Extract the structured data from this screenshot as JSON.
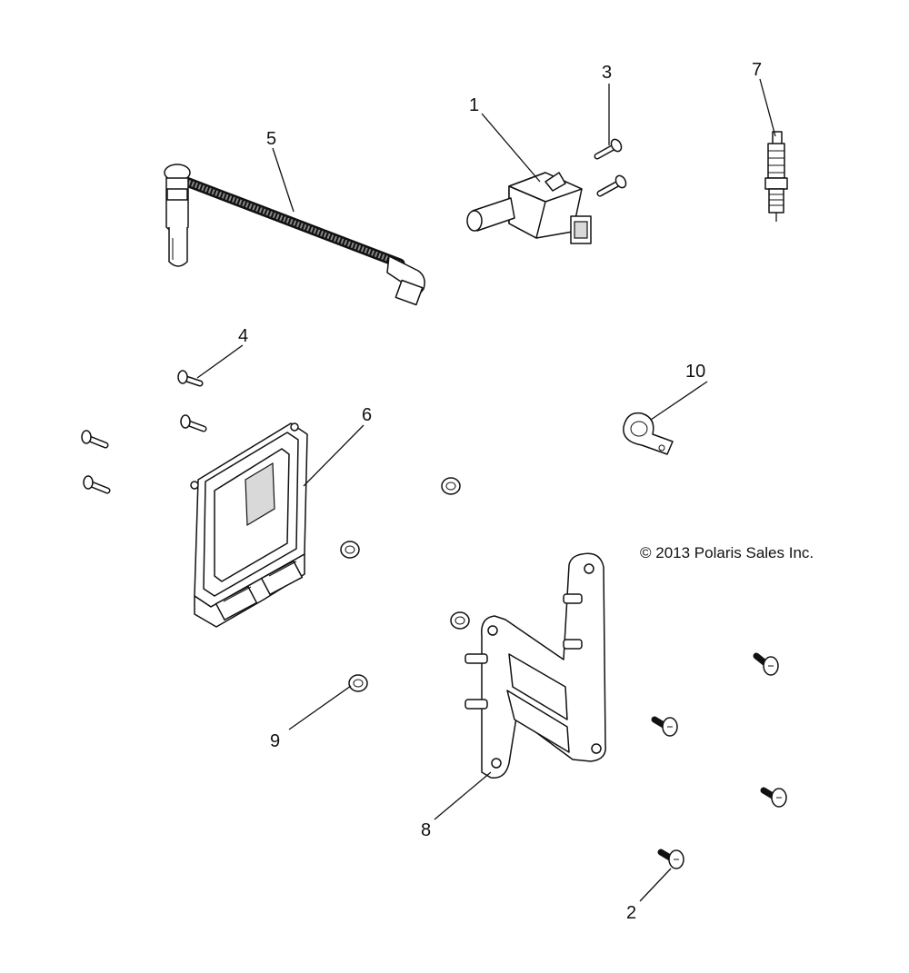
{
  "callouts": {
    "c1": "1",
    "c2": "2",
    "c3": "3",
    "c4": "4",
    "c5": "5",
    "c6": "6",
    "c7": "7",
    "c8": "8",
    "c9": "9",
    "c10": "10"
  },
  "copyright": "© 2013 Polaris Sales Inc."
}
